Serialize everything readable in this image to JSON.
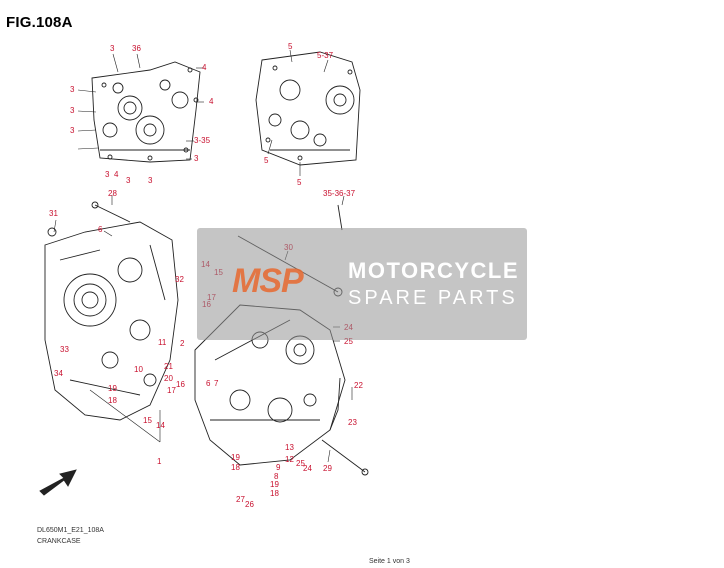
{
  "figure": {
    "title": "FIG.108A",
    "model_code": "DL650M1_E21_108A",
    "section_name": "CRANKCASE",
    "page_indicator": "Seite 1 von 3"
  },
  "watermark": {
    "logo": "MSP",
    "line1": "MOTORCYCLE",
    "line2": "SPARE PARTS",
    "logo_color": "#e8692f"
  },
  "direction_marker": "FWD",
  "colors": {
    "callout": "#c8102e",
    "linework": "#222222"
  },
  "callouts": [
    {
      "label": "3"
    },
    {
      "label": "36"
    },
    {
      "label": "4"
    },
    {
      "label": "3"
    },
    {
      "label": "3"
    },
    {
      "label": "4"
    },
    {
      "label": "3"
    },
    {
      "label": "3-35"
    },
    {
      "label": "3"
    },
    {
      "label": "3"
    },
    {
      "label": "4"
    },
    {
      "label": "3"
    },
    {
      "label": "3"
    },
    {
      "label": "5"
    },
    {
      "label": "5-37"
    },
    {
      "label": "5"
    },
    {
      "label": "5"
    },
    {
      "label": "28"
    },
    {
      "label": "31"
    },
    {
      "label": "6"
    },
    {
      "label": "35-36-37"
    },
    {
      "label": "30"
    },
    {
      "label": "14"
    },
    {
      "label": "15"
    },
    {
      "label": "17"
    },
    {
      "label": "16"
    },
    {
      "label": "32"
    },
    {
      "label": "24"
    },
    {
      "label": "25"
    },
    {
      "label": "2"
    },
    {
      "label": "11"
    },
    {
      "label": "33"
    },
    {
      "label": "34"
    },
    {
      "label": "10"
    },
    {
      "label": "21"
    },
    {
      "label": "20"
    },
    {
      "label": "19"
    },
    {
      "label": "18"
    },
    {
      "label": "6"
    },
    {
      "label": "7"
    },
    {
      "label": "16"
    },
    {
      "label": "17"
    },
    {
      "label": "15"
    },
    {
      "label": "14"
    },
    {
      "label": "22"
    },
    {
      "label": "23"
    },
    {
      "label": "1"
    },
    {
      "label": "13"
    },
    {
      "label": "12"
    },
    {
      "label": "25"
    },
    {
      "label": "24"
    },
    {
      "label": "29"
    },
    {
      "label": "19"
    },
    {
      "label": "18"
    },
    {
      "label": "9"
    },
    {
      "label": "8"
    },
    {
      "label": "19"
    },
    {
      "label": "27"
    },
    {
      "label": "18"
    },
    {
      "label": "26"
    }
  ]
}
